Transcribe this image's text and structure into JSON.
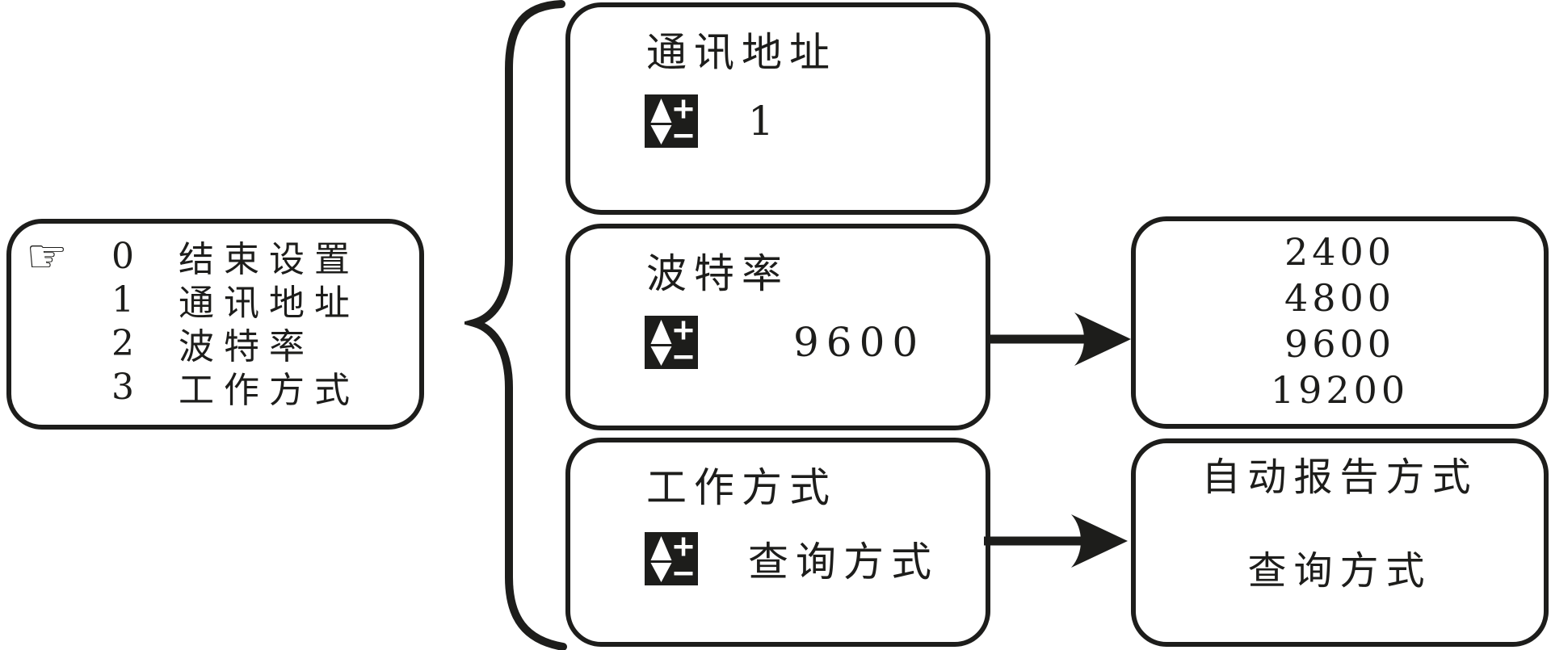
{
  "menu_screen": {
    "pointer_icon": "☞",
    "items": [
      {
        "num": "0",
        "label": "结束设置"
      },
      {
        "num": "1",
        "label": "通讯地址"
      },
      {
        "num": "2",
        "label": "波特率"
      },
      {
        "num": "3",
        "label": "工作方式"
      }
    ]
  },
  "setting_screens": [
    {
      "title": "通讯地址",
      "value": "1"
    },
    {
      "title": "波特率",
      "value": "9600"
    },
    {
      "title": "工作方式",
      "value": "查询方式"
    }
  ],
  "baud_rate_options": [
    "2400",
    "4800",
    "9600",
    "19200"
  ],
  "work_mode_options": [
    "自动报告方式",
    "查询方式"
  ],
  "icons": {
    "pointer_icon": "right-pointing-hand",
    "adjust_icon": "up-down-plus-minus-adjuster"
  },
  "colors": {
    "ink": "#1d1d1b",
    "background": "#ffffff"
  }
}
